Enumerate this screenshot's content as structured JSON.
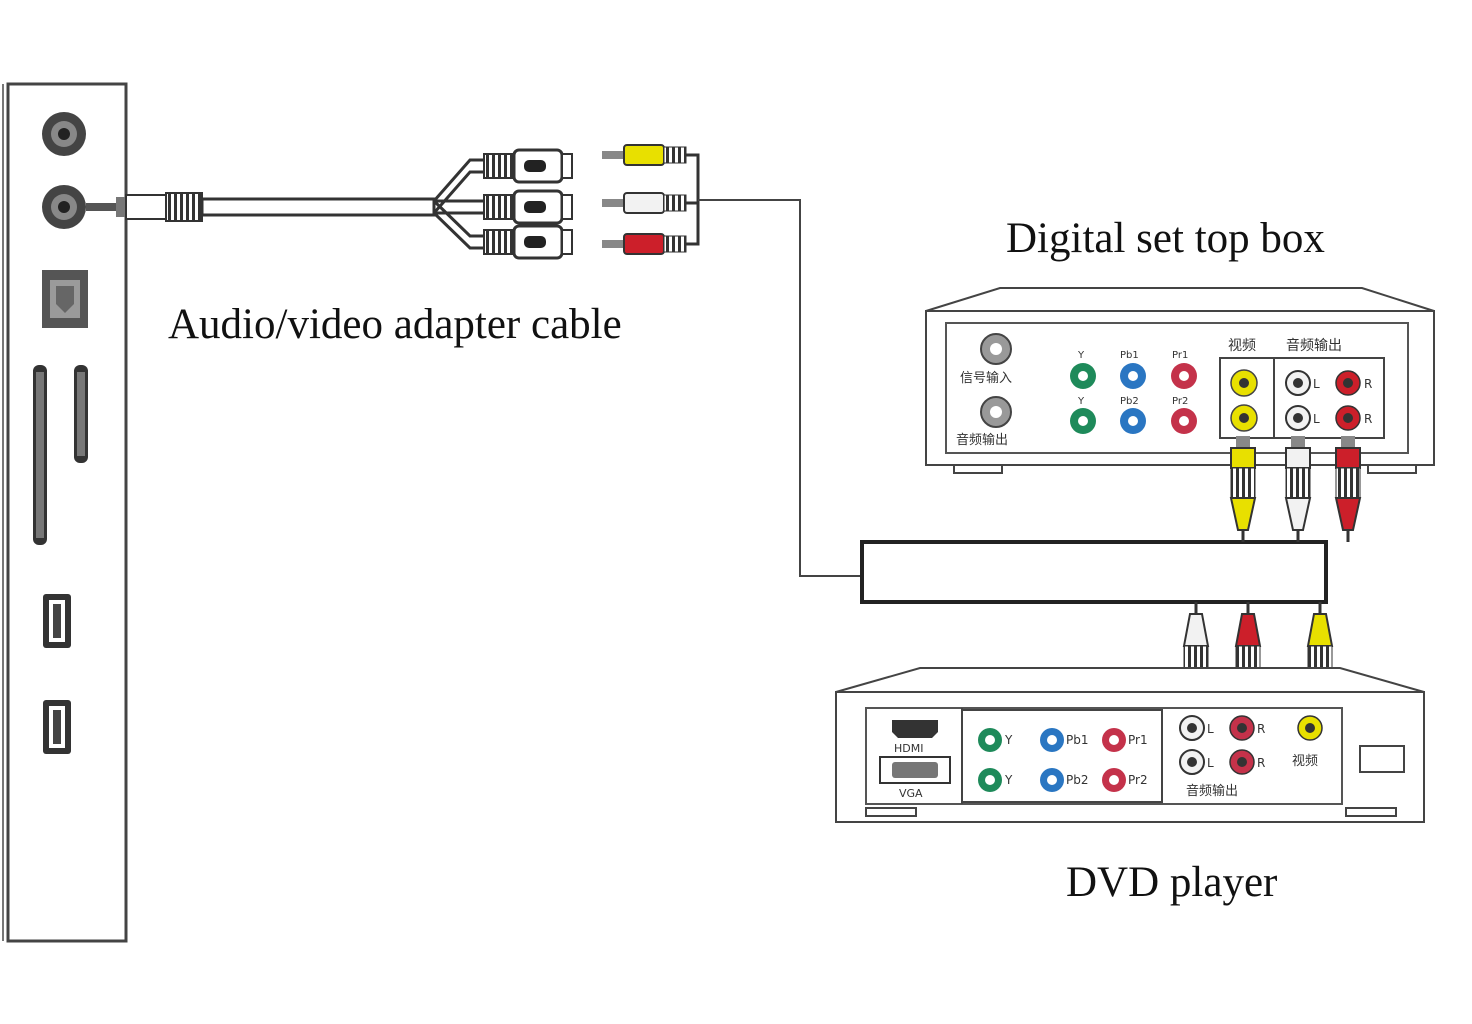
{
  "labels": {
    "cable": "Audio/video adapter cable",
    "set_top_box": "Digital set top box",
    "dvd": "DVD player"
  },
  "set_top_box": {
    "signal_in": "信号输入",
    "audio_out_left": "音频输出",
    "row1": [
      "Y",
      "Pb1",
      "Pr1"
    ],
    "row2": [
      "Y",
      "Pb2",
      "Pr2"
    ],
    "video_header": "视频",
    "audio_header": "音频输出",
    "audio_lr": [
      "L",
      "R"
    ]
  },
  "dvd_player": {
    "hdmi": "HDMI",
    "vga": "VGA",
    "row1": [
      "Y",
      "Pb1",
      "Pr1"
    ],
    "row2": [
      "Y",
      "Pb2",
      "Pr2"
    ],
    "audio_lr": [
      "L",
      "R"
    ],
    "video_label": "视频",
    "audio_out": "音频输出"
  },
  "colors": {
    "yellow": "#e8e000",
    "red": "#cc1f2a",
    "white": "#f2f2f2",
    "green": "#1e8a5a",
    "blue": "#2a76c2",
    "pink": "#c4324a"
  }
}
